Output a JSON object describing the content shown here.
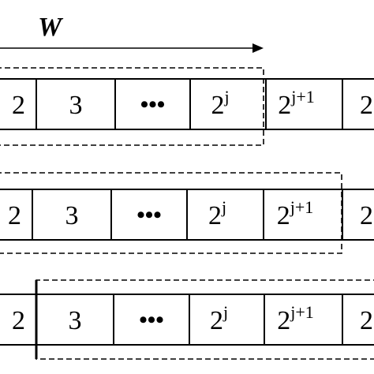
{
  "diagram": {
    "window_label": "W",
    "rows": [
      {
        "cells": [
          {
            "base": "2",
            "sup": ""
          },
          {
            "base": "3",
            "sup": ""
          },
          {
            "base": "•••",
            "sup": ""
          },
          {
            "base": "2",
            "sup": "j"
          },
          {
            "base": "2",
            "sup": "j+1"
          },
          {
            "base": "2",
            "sup": ""
          }
        ]
      },
      {
        "cells": [
          {
            "base": "2",
            "sup": ""
          },
          {
            "base": "3",
            "sup": ""
          },
          {
            "base": "•••",
            "sup": ""
          },
          {
            "base": "2",
            "sup": "j"
          },
          {
            "base": "2",
            "sup": "j+1"
          },
          {
            "base": "2",
            "sup": ""
          }
        ]
      },
      {
        "cells": [
          {
            "base": "2",
            "sup": ""
          },
          {
            "base": "3",
            "sup": ""
          },
          {
            "base": "•••",
            "sup": ""
          },
          {
            "base": "2",
            "sup": "j"
          },
          {
            "base": "2",
            "sup": "j+1"
          },
          {
            "base": "2",
            "sup": ""
          }
        ]
      }
    ]
  }
}
